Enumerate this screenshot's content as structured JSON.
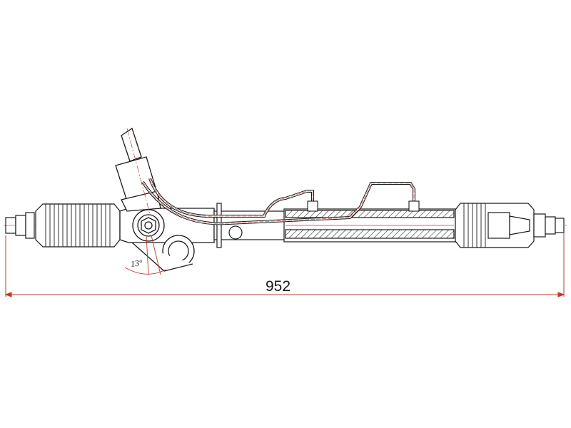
{
  "diagram": {
    "subject": "power steering rack assembly technical drawing",
    "dimension": {
      "overall_length_label": "952"
    },
    "angle": {
      "label": "13°"
    },
    "colors": {
      "line": "#1a1a1a",
      "centerline": "#c0392b",
      "dimension": "#c0392b",
      "background": "#ffffff"
    }
  }
}
